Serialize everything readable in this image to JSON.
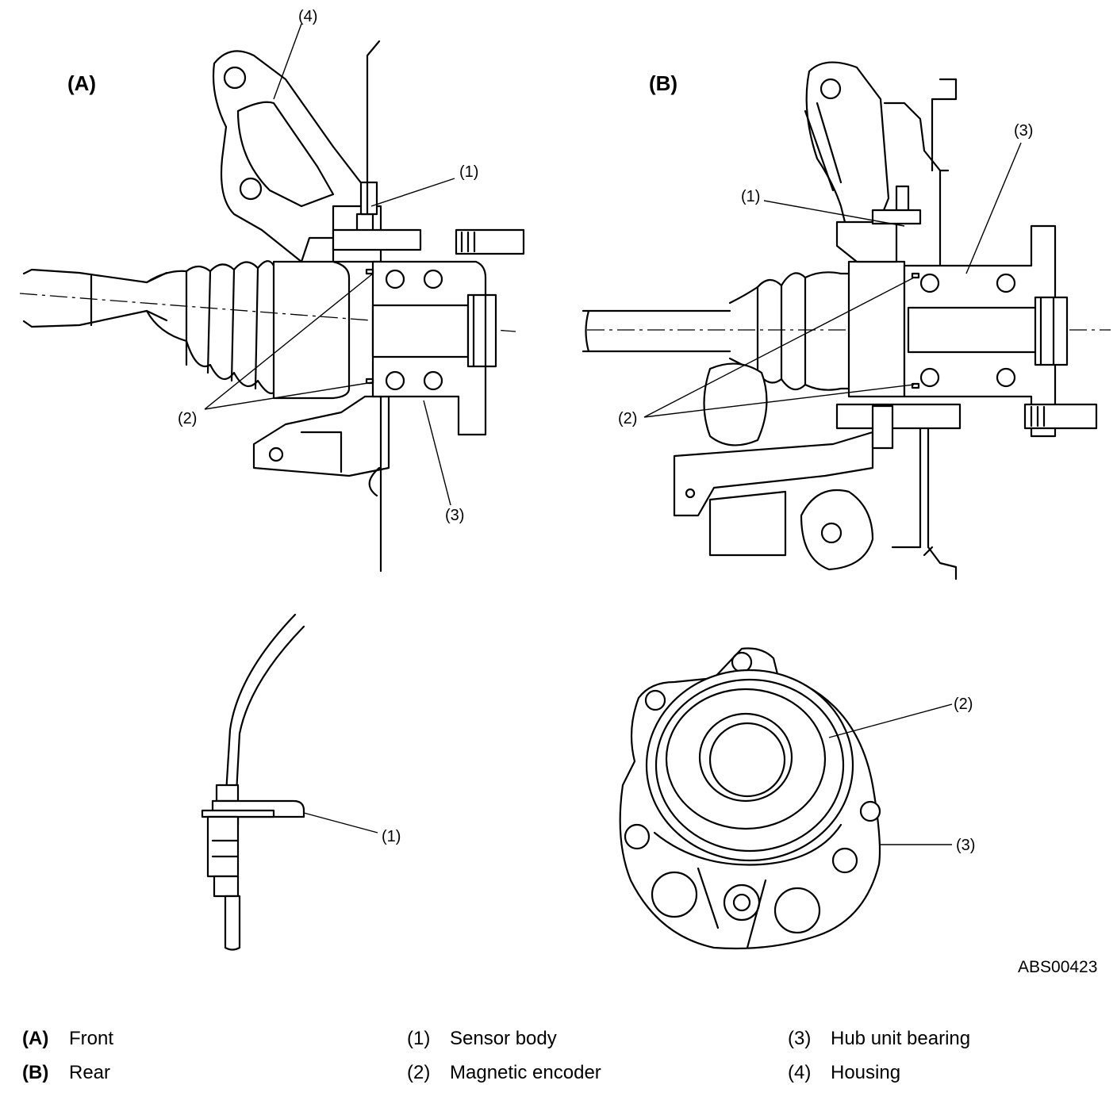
{
  "views": {
    "front": "(A)",
    "rear": "(B)"
  },
  "callouts": {
    "front_housing": "(4)",
    "front_sensor_body": "(1)",
    "front_magnetic_encoder": "(2)",
    "front_hub_unit_bearing": "(3)",
    "rear_sensor_body": "(1)",
    "rear_hub_unit_bearing": "(3)",
    "rear_magnetic_encoder": "(2)",
    "sensor_detail": "(1)",
    "hub_detail_encoder": "(2)",
    "hub_detail_bearing": "(3)"
  },
  "figure_code": "ABS00423",
  "legend": [
    {
      "key": "(A)",
      "text": "Front"
    },
    {
      "key": "(B)",
      "text": "Rear"
    },
    {
      "key": "(1)",
      "text": "Sensor body"
    },
    {
      "key": "(2)",
      "text": "Magnetic encoder"
    },
    {
      "key": "(3)",
      "text": "Hub unit bearing"
    },
    {
      "key": "(4)",
      "text": "Housing"
    }
  ]
}
